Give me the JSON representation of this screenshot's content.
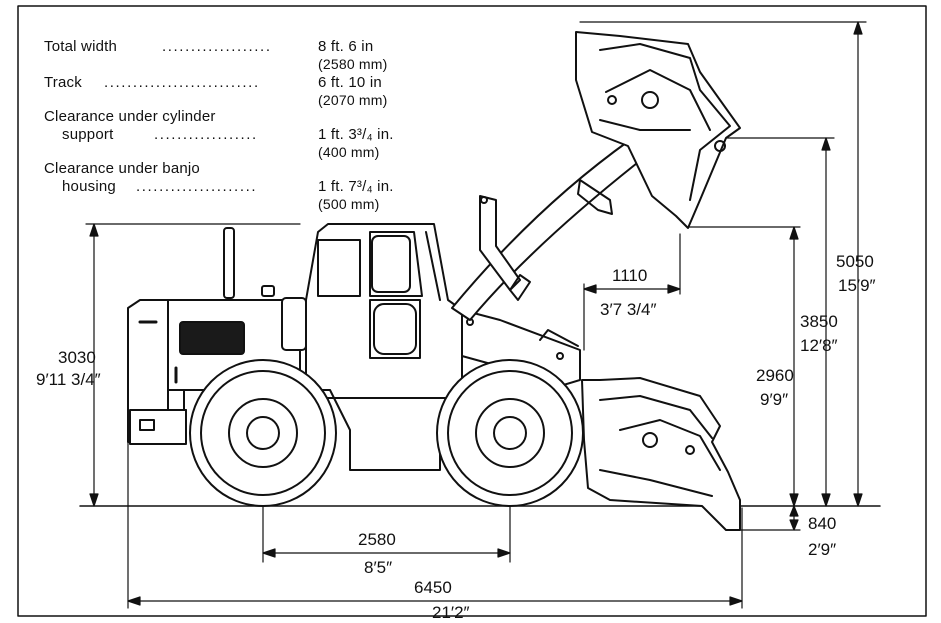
{
  "specs": {
    "total_width": {
      "label": "Total width",
      "value": "8 ft. 6 in",
      "metric": "(2580 mm)"
    },
    "track": {
      "label": "Track",
      "value": "6 ft. 10 in",
      "metric": "(2070 mm)"
    },
    "clearance_cylinder": {
      "label_line1": "Clearance under cylinder",
      "label_line2": "support",
      "value": "1 ft. 3³/₄ in.",
      "metric": "(400 mm)"
    },
    "clearance_banjo": {
      "label_line1": "Clearance under banjo",
      "label_line2": "housing",
      "value": "1 ft. 7³/₄ in.",
      "metric": "(500 mm)"
    }
  },
  "dimensions": {
    "height_total": {
      "mm": "3030",
      "imperial": "9′11 3/4″"
    },
    "wheelbase": {
      "mm": "2580",
      "imperial": "8′5″"
    },
    "overall_length": {
      "mm": "6450",
      "imperial": "21′2″"
    },
    "reach": {
      "mm": "1110",
      "imperial": "3′7 3/4″"
    },
    "max_lift": {
      "mm": "5050",
      "imperial": "15′9″"
    },
    "pin_height": {
      "mm": "3850",
      "imperial": "12′8″"
    },
    "dump_height": {
      "mm": "2960",
      "imperial": "9′9″"
    },
    "dig_depth": {
      "mm": "840",
      "imperial": "2′9″"
    }
  }
}
